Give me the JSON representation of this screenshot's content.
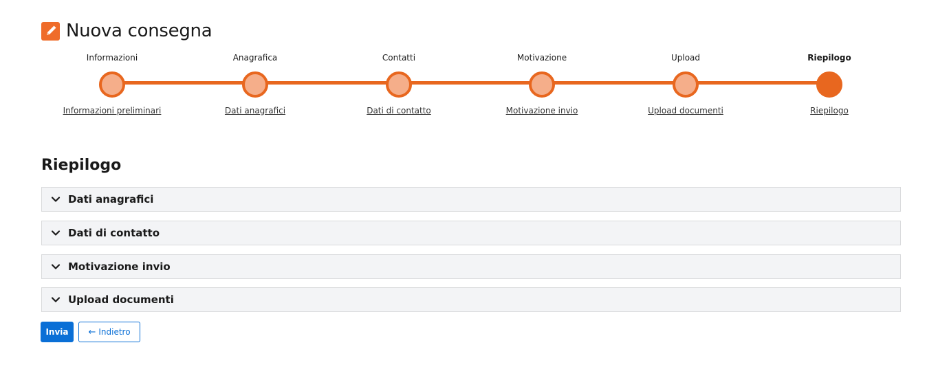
{
  "header": {
    "title": "Nuova consegna",
    "icon": "pencil-icon",
    "accent_color": "#e8671f"
  },
  "stepper": {
    "steps": [
      {
        "title": "Informazioni",
        "link": "Informazioni preliminari",
        "state": "completed"
      },
      {
        "title": "Anagrafica",
        "link": "Dati anagrafici",
        "state": "completed"
      },
      {
        "title": "Contatti",
        "link": "Dati di contatto",
        "state": "completed"
      },
      {
        "title": "Motivazione",
        "link": "Motivazione invio",
        "state": "completed"
      },
      {
        "title": "Upload",
        "link": "Upload documenti",
        "state": "completed"
      },
      {
        "title": "Riepilogo",
        "link": "Riepilogo",
        "state": "active"
      }
    ]
  },
  "summary": {
    "title": "Riepilogo",
    "sections": [
      {
        "label": "Dati anagrafici",
        "icon": "chevron-down-icon"
      },
      {
        "label": "Dati di contatto",
        "icon": "chevron-down-icon"
      },
      {
        "label": "Motivazione invio",
        "icon": "chevron-down-icon"
      },
      {
        "label": "Upload documenti",
        "icon": "chevron-down-icon"
      }
    ]
  },
  "actions": {
    "submit_label": "Invia",
    "back_label": "Indietro",
    "back_icon": "arrow-left-icon",
    "primary_color": "#0a6fd6"
  }
}
